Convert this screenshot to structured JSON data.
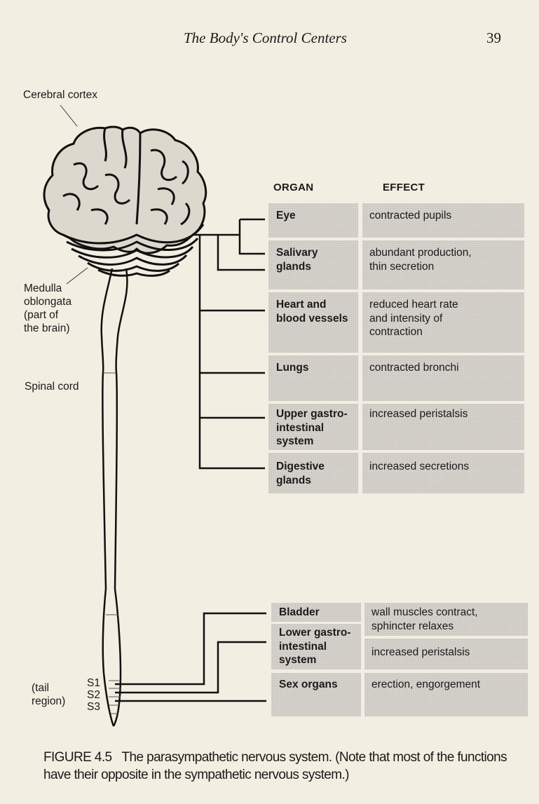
{
  "page": {
    "running_head": "The Body's Control Centers",
    "page_number": "39"
  },
  "figure": {
    "labels": {
      "cerebral_cortex": "Cerebral cortex",
      "medulla": [
        "Medulla",
        "oblongata",
        "(part of",
        "the brain)"
      ],
      "spinal_cord": "Spinal cord",
      "tail_region": [
        "(tail",
        "region)"
      ],
      "segments": [
        "S1",
        "S2",
        "S3"
      ]
    },
    "table": {
      "headers": {
        "organ": "ORGAN",
        "effect": "EFFECT"
      },
      "brain_rows": [
        {
          "organ": [
            "Eye"
          ],
          "effect": [
            "contracted pupils"
          ]
        },
        {
          "organ": [
            "Salivary",
            "glands"
          ],
          "effect": [
            "abundant production,",
            "thin secretion"
          ]
        },
        {
          "organ": [
            "Heart and",
            "blood vessels"
          ],
          "effect": [
            "reduced heart rate",
            "and intensity of",
            "contraction"
          ]
        },
        {
          "organ": [
            "Lungs"
          ],
          "effect": [
            "contracted bronchi"
          ]
        },
        {
          "organ": [
            "Upper gastro-",
            "intestinal",
            "system"
          ],
          "effect": [
            "increased peristalsis"
          ]
        },
        {
          "organ": [
            "Digestive",
            "glands"
          ],
          "effect": [
            "increased secretions"
          ]
        }
      ],
      "sacral_rows": [
        {
          "organ": [
            "Bladder"
          ],
          "effect": [
            "wall muscles contract,",
            "sphincter relaxes"
          ]
        },
        {
          "organ": [
            "Lower gastro-",
            "intestinal",
            "system"
          ],
          "effect": [
            "increased peristalsis"
          ]
        },
        {
          "organ": [
            "Sex organs"
          ],
          "effect": [
            "erection, engorgement"
          ]
        }
      ]
    },
    "caption": {
      "number": "FIGURE 4.5",
      "text": "The parasympathetic nervous system. (Note that most of the functions have their opposite in the sympathetic nervous system.)"
    }
  }
}
